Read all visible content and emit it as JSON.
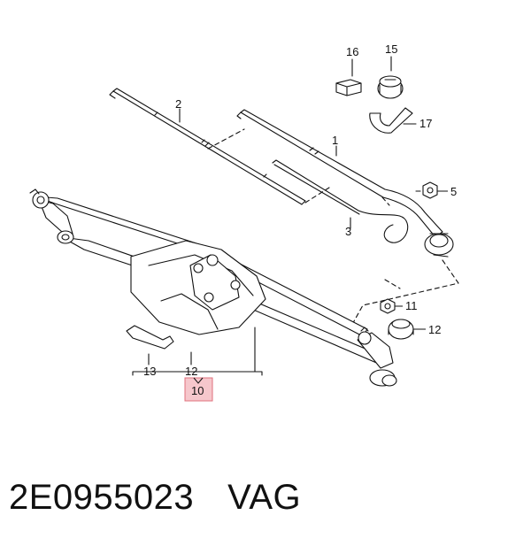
{
  "callouts": {
    "c1": "1",
    "c2": "2",
    "c3": "3",
    "c5": "5",
    "c10": "10",
    "c11": "11",
    "c12_right": "12",
    "c12_bottom": "12",
    "c13": "13",
    "c15": "15",
    "c16": "16",
    "c17": "17"
  },
  "caption": {
    "part_number": "2E0955023",
    "brand": "VAG"
  },
  "colors": {
    "line": "#111111",
    "highlight_fill": "#f6c7cc",
    "highlight_stroke": "#e0707c"
  }
}
